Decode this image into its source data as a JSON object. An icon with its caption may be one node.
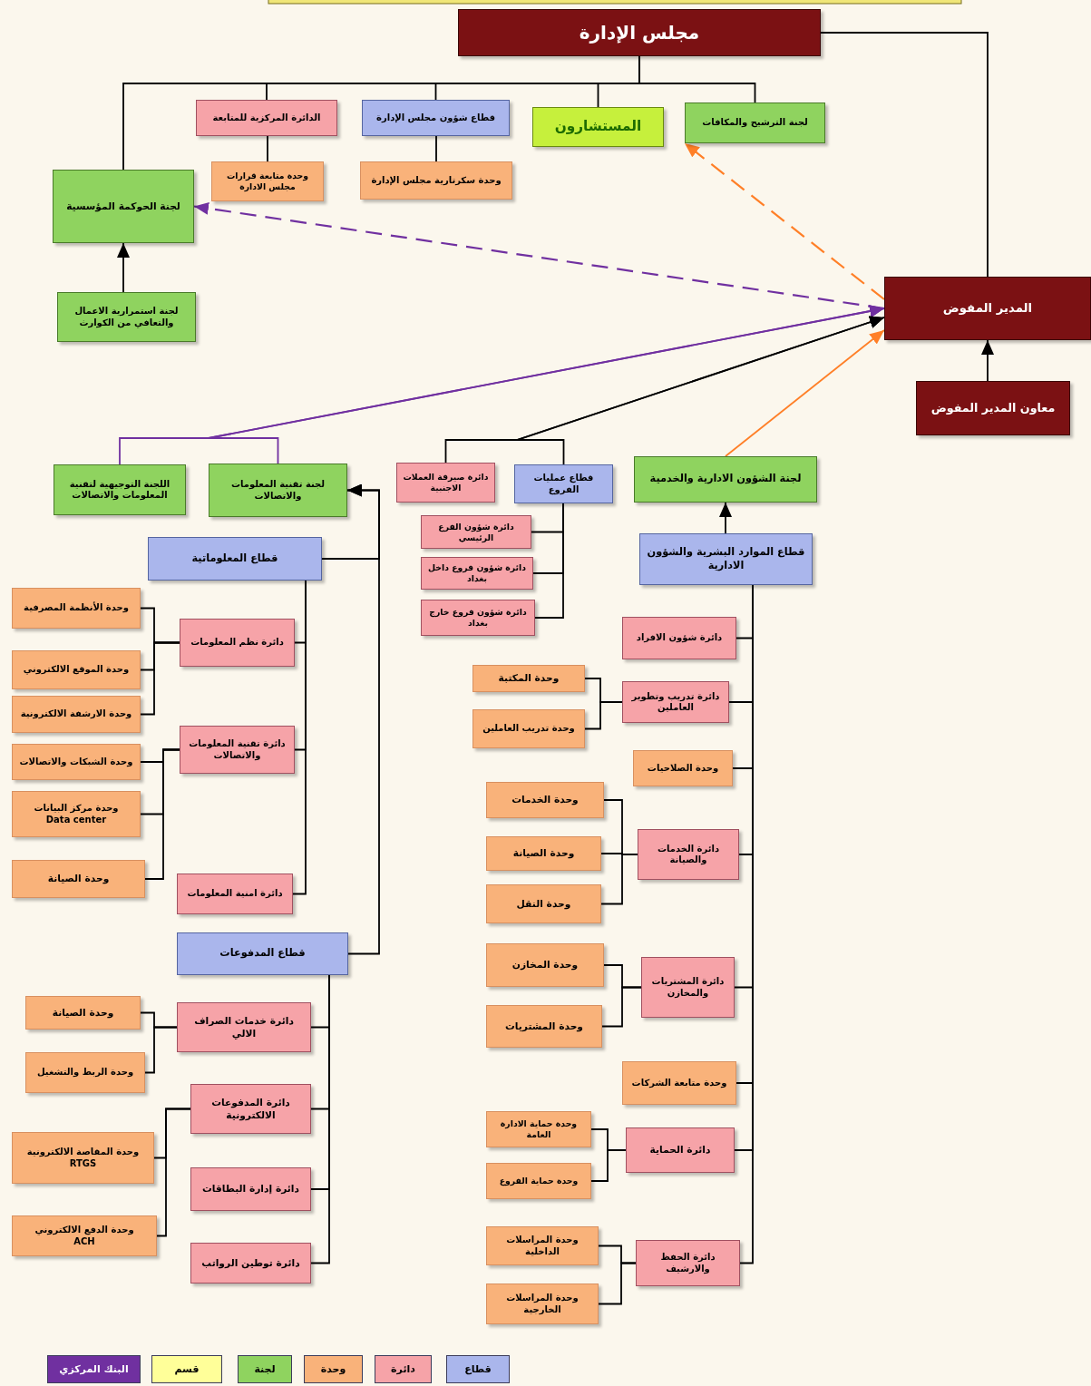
{
  "diagram": {
    "nodes": [
      {
        "text": [
          "مجلس الإدارة"
        ]
      },
      {
        "text": [
          "لجنة الترشيح والمكافات"
        ]
      },
      {
        "text": [
          "المستشارون"
        ]
      },
      {
        "text": [
          "قطاع شؤون مجلس الإدارة"
        ]
      },
      {
        "text": [
          "الدائرة المركزية للمتابعة"
        ]
      },
      {
        "text": [
          "وحدة سكرتارية مجلس الإدارة"
        ]
      },
      {
        "text": [
          "وحدة متابعة قرارات مجلس الادارة"
        ]
      },
      {
        "text": [
          "لجنة الحوكمة المؤسسية"
        ]
      },
      {
        "text": [
          "لجنة استمرارية الاعمال والتعافي من الكوارث"
        ]
      },
      {
        "text": [
          "المدير المفوض"
        ]
      },
      {
        "text": [
          "معاون المدير المفوض"
        ]
      },
      {
        "text": [
          "اللجنة التوجيهية لتقنية المعلومات والاتصالات"
        ]
      },
      {
        "text": [
          "لجنة تقنية المعلومات والاتصالات"
        ]
      },
      {
        "text": [
          "دائرة صيرفة العملات الاجنبية"
        ]
      },
      {
        "text": [
          "قطاع عمليات الفروع"
        ]
      },
      {
        "text": [
          "لجنة الشؤون الادارية والخدمية"
        ]
      },
      {
        "text": [
          "دائرة شؤون الفرع الرئيسي"
        ]
      },
      {
        "text": [
          "دائرة شؤون فروع داخل بغداد"
        ]
      },
      {
        "text": [
          "دائرة شؤون فروع خارج بغداد"
        ]
      },
      {
        "text": [
          "قطاع الموارد البشرية والشؤون الادارية"
        ]
      },
      {
        "text": [
          "قطاع المعلوماتية"
        ]
      },
      {
        "text": [
          "وحدة الأنظمة المصرفية"
        ]
      },
      {
        "text": [
          "دائرة نظم المعلومات"
        ]
      },
      {
        "text": [
          "وحدة الموقع الالكتروني"
        ]
      },
      {
        "text": [
          "وحدة الارشفة الالكترونية"
        ]
      },
      {
        "text": [
          "وحدة الشبكات والاتصالات"
        ]
      },
      {
        "text": [
          "دائرة تقنية المعلومات والاتصالات"
        ]
      },
      {
        "text": [
          "وحدة مركز البيانات",
          "Data center"
        ]
      },
      {
        "text": [
          "وحدة الصيانة"
        ]
      },
      {
        "text": [
          "دائرة امنية المعلومات"
        ]
      },
      {
        "text": [
          "قطاع المدفوعات"
        ]
      },
      {
        "text": [
          "وحدة الصيانة"
        ]
      },
      {
        "text": [
          "دائرة خدمات الصراف الالي"
        ]
      },
      {
        "text": [
          "وحدة الربط والتشغيل"
        ]
      },
      {
        "text": [
          "دائرة المدفوعات الالكترونية"
        ]
      },
      {
        "text": [
          "وحدة المقاصة الالكترونية",
          "RTGS"
        ]
      },
      {
        "text": [
          "دائرة إدارة البطاقات"
        ]
      },
      {
        "text": [
          "وحدة الدفع الالكتروني",
          "ACH"
        ]
      },
      {
        "text": [
          "دائرة توطين الرواتب"
        ]
      },
      {
        "text": [
          "دائرة شؤون الافراد"
        ]
      },
      {
        "text": [
          "وحدة المكتبة"
        ]
      },
      {
        "text": [
          "دائرة تدريب وتطوير العاملين"
        ]
      },
      {
        "text": [
          "وحدة تدريب العاملين"
        ]
      },
      {
        "text": [
          "وحدة الصلاحيات"
        ]
      },
      {
        "text": [
          "وحدة الخدمات"
        ]
      },
      {
        "text": [
          "دائرة الخدمات والصيانة"
        ]
      },
      {
        "text": [
          "وحدة الصيانة"
        ]
      },
      {
        "text": [
          "وحدة النقل"
        ]
      },
      {
        "text": [
          "وحدة المخازن"
        ]
      },
      {
        "text": [
          "دائرة المشتريات والمخازن"
        ]
      },
      {
        "text": [
          "وحدة المشتريات"
        ]
      },
      {
        "text": [
          "وحدة متابعة الشركات"
        ]
      },
      {
        "text": [
          "وحدة حماية الادارة العامة"
        ]
      },
      {
        "text": [
          "دائرة الحماية"
        ]
      },
      {
        "text": [
          "وحدة حماية الفروع"
        ]
      },
      {
        "text": [
          "وحدة المراسلات الداخلية"
        ]
      },
      {
        "text": [
          "دائرة الحفظ والارشيف"
        ]
      },
      {
        "text": [
          "وحدة المراسلات الخارجية"
        ]
      }
    ],
    "edges": [
      {
        "from": 0,
        "to": 7,
        "arrow": "none"
      },
      {
        "from": 0,
        "to": 4,
        "arrow": "none"
      },
      {
        "from": 0,
        "to": 3,
        "arrow": "none"
      },
      {
        "from": 0,
        "to": 2,
        "arrow": "none"
      },
      {
        "from": 0,
        "to": 1,
        "arrow": "none"
      },
      {
        "from": 0,
        "to": 9,
        "arrow": "none"
      },
      {
        "from": 4,
        "to": 6,
        "arrow": "none"
      },
      {
        "from": 3,
        "to": 5,
        "arrow": "none"
      },
      {
        "from": 8,
        "to": 7,
        "arrow": "to"
      },
      {
        "from": 9,
        "to": 7,
        "arrow": "to",
        "style": "dashed",
        "color": "#7030a0"
      },
      {
        "from": 9,
        "to": 1,
        "arrow": "to",
        "style": "dashed",
        "color": "#ff7f27"
      },
      {
        "from": 10,
        "to": 9,
        "arrow": "to"
      },
      {
        "from": 11,
        "to": 9,
        "arrow": "to",
        "color": "#7030a0"
      },
      {
        "from": 12,
        "to": 9,
        "arrow": "to",
        "color": "#7030a0"
      },
      {
        "from": 13,
        "to": 9,
        "arrow": "to"
      },
      {
        "from": 14,
        "to": 9,
        "arrow": "to"
      },
      {
        "from": 15,
        "to": 9,
        "arrow": "to",
        "color": "#ff7f27"
      },
      {
        "from": 19,
        "to": 15,
        "arrow": "to"
      },
      {
        "from": 14,
        "to": 16,
        "arrow": "none"
      },
      {
        "from": 14,
        "to": 17,
        "arrow": "none"
      },
      {
        "from": 14,
        "to": 18,
        "arrow": "none"
      },
      {
        "from": 20,
        "to": 12,
        "arrow": "to"
      },
      {
        "from": 30,
        "to": 12,
        "arrow": "to"
      },
      {
        "from": 20,
        "to": 22,
        "arrow": "none"
      },
      {
        "from": 20,
        "to": 26,
        "arrow": "none"
      },
      {
        "from": 20,
        "to": 29,
        "arrow": "none"
      },
      {
        "from": 22,
        "to": 21,
        "arrow": "none"
      },
      {
        "from": 22,
        "to": 23,
        "arrow": "none"
      },
      {
        "from": 22,
        "to": 24,
        "arrow": "none"
      },
      {
        "from": 26,
        "to": 25,
        "arrow": "none"
      },
      {
        "from": 26,
        "to": 27,
        "arrow": "none"
      },
      {
        "from": 26,
        "to": 28,
        "arrow": "none"
      },
      {
        "from": 30,
        "to": 32,
        "arrow": "none"
      },
      {
        "from": 30,
        "to": 34,
        "arrow": "none"
      },
      {
        "from": 30,
        "to": 36,
        "arrow": "none"
      },
      {
        "from": 30,
        "to": 38,
        "arrow": "none"
      },
      {
        "from": 32,
        "to": 31,
        "arrow": "none"
      },
      {
        "from": 32,
        "to": 33,
        "arrow": "none"
      },
      {
        "from": 34,
        "to": 35,
        "arrow": "none"
      },
      {
        "from": 34,
        "to": 37,
        "arrow": "none"
      },
      {
        "from": 19,
        "to": 39,
        "arrow": "none"
      },
      {
        "from": 19,
        "to": 41,
        "arrow": "none"
      },
      {
        "from": 19,
        "to": 43,
        "arrow": "none"
      },
      {
        "from": 19,
        "to": 45,
        "arrow": "none"
      },
      {
        "from": 19,
        "to": 49,
        "arrow": "none"
      },
      {
        "from": 19,
        "to": 51,
        "arrow": "none"
      },
      {
        "from": 19,
        "to": 53,
        "arrow": "none"
      },
      {
        "from": 19,
        "to": 56,
        "arrow": "none"
      },
      {
        "from": 41,
        "to": 40,
        "arrow": "none"
      },
      {
        "from": 41,
        "to": 42,
        "arrow": "none"
      },
      {
        "from": 45,
        "to": 44,
        "arrow": "none"
      },
      {
        "from": 45,
        "to": 46,
        "arrow": "none"
      },
      {
        "from": 45,
        "to": 47,
        "arrow": "none"
      },
      {
        "from": 49,
        "to": 48,
        "arrow": "none"
      },
      {
        "from": 49,
        "to": 50,
        "arrow": "none"
      },
      {
        "from": 53,
        "to": 52,
        "arrow": "none"
      },
      {
        "from": 53,
        "to": 54,
        "arrow": "none"
      },
      {
        "from": 56,
        "to": 55,
        "arrow": "none"
      },
      {
        "from": 56,
        "to": 57,
        "arrow": "none"
      }
    ],
    "legend": [
      {
        "text": "قطاع",
        "color": "#aab6ec"
      },
      {
        "text": "دائرة",
        "color": "#f6a3a8"
      },
      {
        "text": "وحدة",
        "color": "#f9b27a"
      },
      {
        "text": "لجنة",
        "color": "#8fd35f"
      },
      {
        "text": "قسم",
        "color": "#ffff99"
      },
      {
        "text": "البنك المركزي",
        "color": "#7030a0"
      }
    ]
  }
}
